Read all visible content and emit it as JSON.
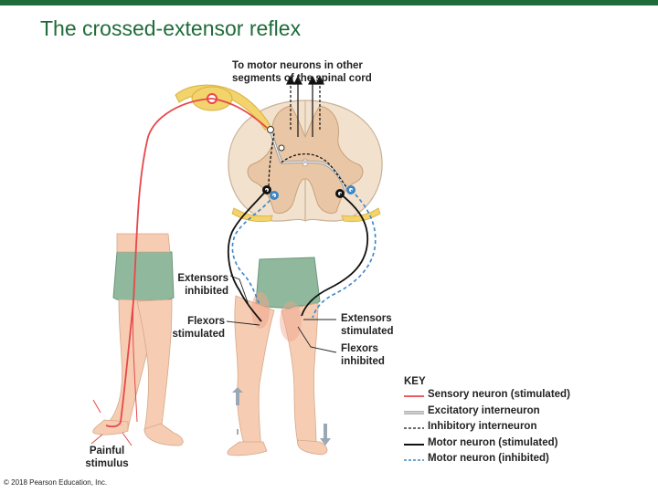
{
  "title": "The crossed-extensor reflex",
  "labels": {
    "motor_segments": [
      "To motor neurons in other",
      "segments of the spinal cord"
    ],
    "extensors_inhibited": [
      "Extensors",
      "inhibited"
    ],
    "flexors_stimulated": [
      "Flexors",
      "stimulated"
    ],
    "extensors_stimulated": [
      "Extensors",
      "stimulated"
    ],
    "flexors_inhibited": [
      "Flexors",
      "inhibited"
    ],
    "painful_stimulus": [
      "Painful",
      "stimulus"
    ]
  },
  "key": {
    "title": "KEY",
    "items": [
      {
        "label": "Sensory neuron (stimulated)",
        "color": "#e8474a",
        "style": "solid"
      },
      {
        "label": "Excitatory interneuron",
        "color": "#9a9a9a",
        "style": "double"
      },
      {
        "label": "Inhibitory interneuron",
        "color": "#111111",
        "style": "dashed"
      },
      {
        "label": "Motor neuron (stimulated)",
        "color": "#111111",
        "style": "solid-thick"
      },
      {
        "label": "Motor neuron (inhibited)",
        "color": "#3d86c6",
        "style": "dashed"
      }
    ]
  },
  "copyright": "© 2018 Pearson Education, Inc."
}
